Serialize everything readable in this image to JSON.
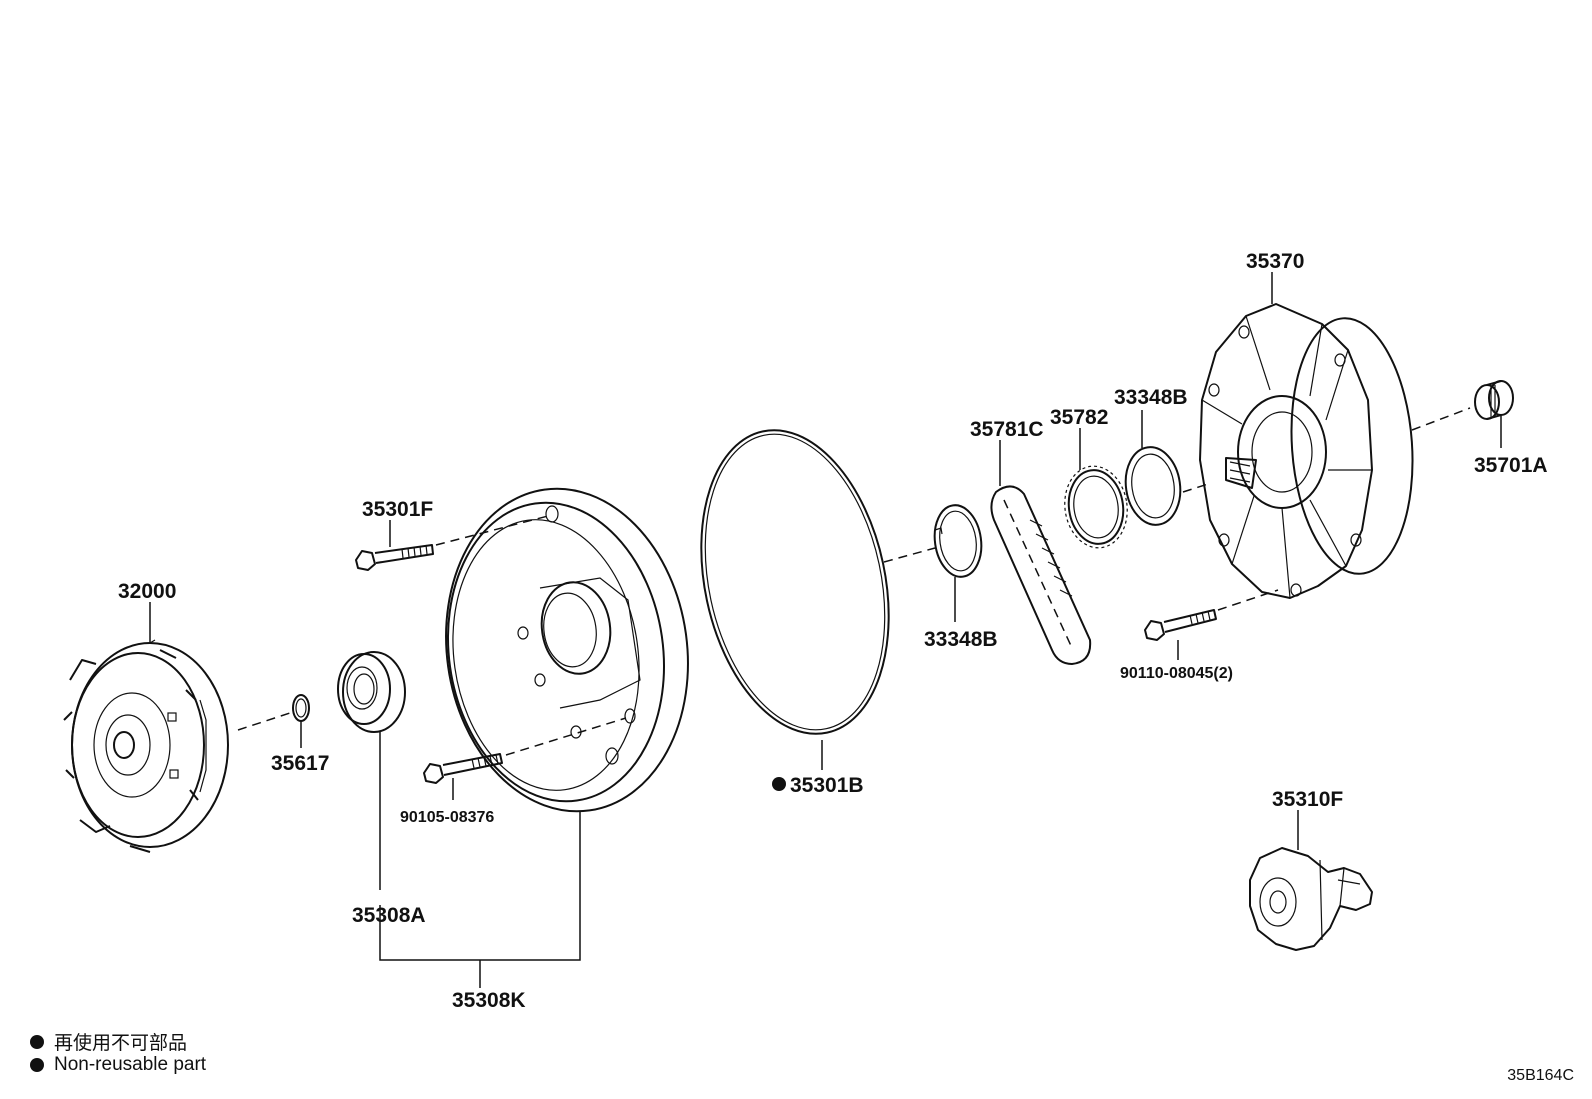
{
  "labels": {
    "p32000": "32000",
    "p35617": "35617",
    "p35308A": "35308A",
    "p35308K": "35308K",
    "p35301F": "35301F",
    "p90105": "90105-08376",
    "p35301B": "35301B",
    "p33348B_lower": "33348B",
    "p35781C": "35781C",
    "p35782": "35782",
    "p33348B_upper": "33348B",
    "p35370": "35370",
    "p35701A": "35701A",
    "p90110": "90110-08045(2)",
    "p35310F": "35310F"
  },
  "legend": {
    "line1": "再使用不可部品",
    "line2": "Non-reusable part"
  },
  "diagram_code": "35B164C"
}
